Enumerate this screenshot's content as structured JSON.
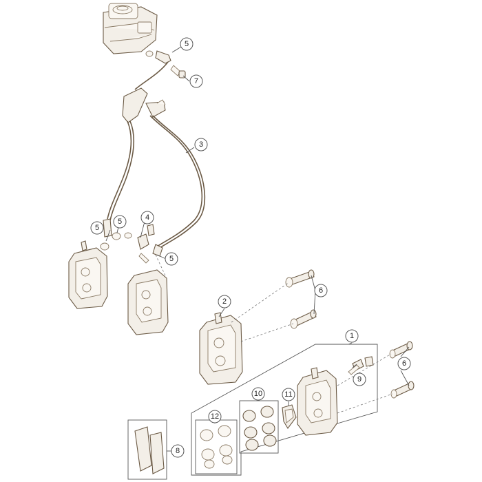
{
  "callouts": {
    "c1": "1",
    "c2": "2",
    "c3": "3",
    "c4": "4",
    "c5a": "5",
    "c5b": "5",
    "c5c": "5",
    "c5d": "5",
    "c6a": "6",
    "c6b": "6",
    "c7": "7",
    "c8": "8",
    "c9": "9",
    "c10": "10",
    "c11": "11",
    "c12": "12"
  },
  "colors": {
    "outline": "#6b5a45",
    "leader": "#555555",
    "part_fill": "#f3efe8"
  }
}
